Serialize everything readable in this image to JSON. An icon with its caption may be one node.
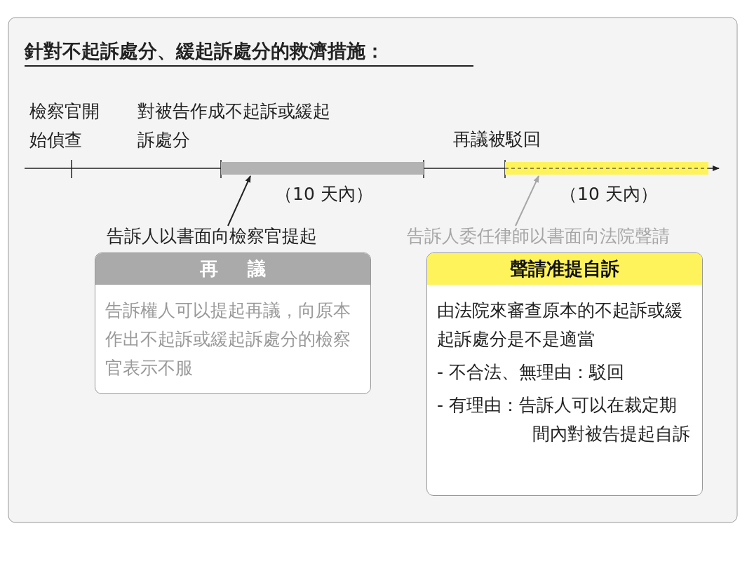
{
  "diagram": {
    "title": "針對不起訴處分、緩起訴處分的救濟措施：",
    "nodes": [
      {
        "text": [
          "告訴人以書面向檢察官提起"
        ]
      },
      {
        "text": [],
        "shape": "bar"
      },
      {
        "text": [
          "告訴人委任律師以書面向法院聲請"
        ]
      },
      {
        "text": [],
        "shape": "bar"
      },
      {
        "text": [
          "再議",
          "告訴權人可以提起再議，向原本作出不起訴或緩起訴處分的檢察官表示不服"
        ]
      },
      {
        "text": [
          "聲請准提自訴",
          "由法院來審查原本的不起訴或緩起訴處分是不是適當",
          "- 不合法、無理由：駁回",
          "- 有理由：告訴人可以在裁定期間內對被告提起自訴"
        ]
      }
    ],
    "edges": [
      {
        "from": 0,
        "to": 1,
        "arrow": "to"
      },
      {
        "from": 2,
        "to": 3,
        "arrow": "to",
        "color": "#a6a6a6"
      }
    ],
    "labels": [
      "檢察官開始偵查",
      "對被告作成不起訴或緩起訴處分",
      "再議被駁回",
      "（10 天內）",
      "（10 天內）"
    ]
  }
}
